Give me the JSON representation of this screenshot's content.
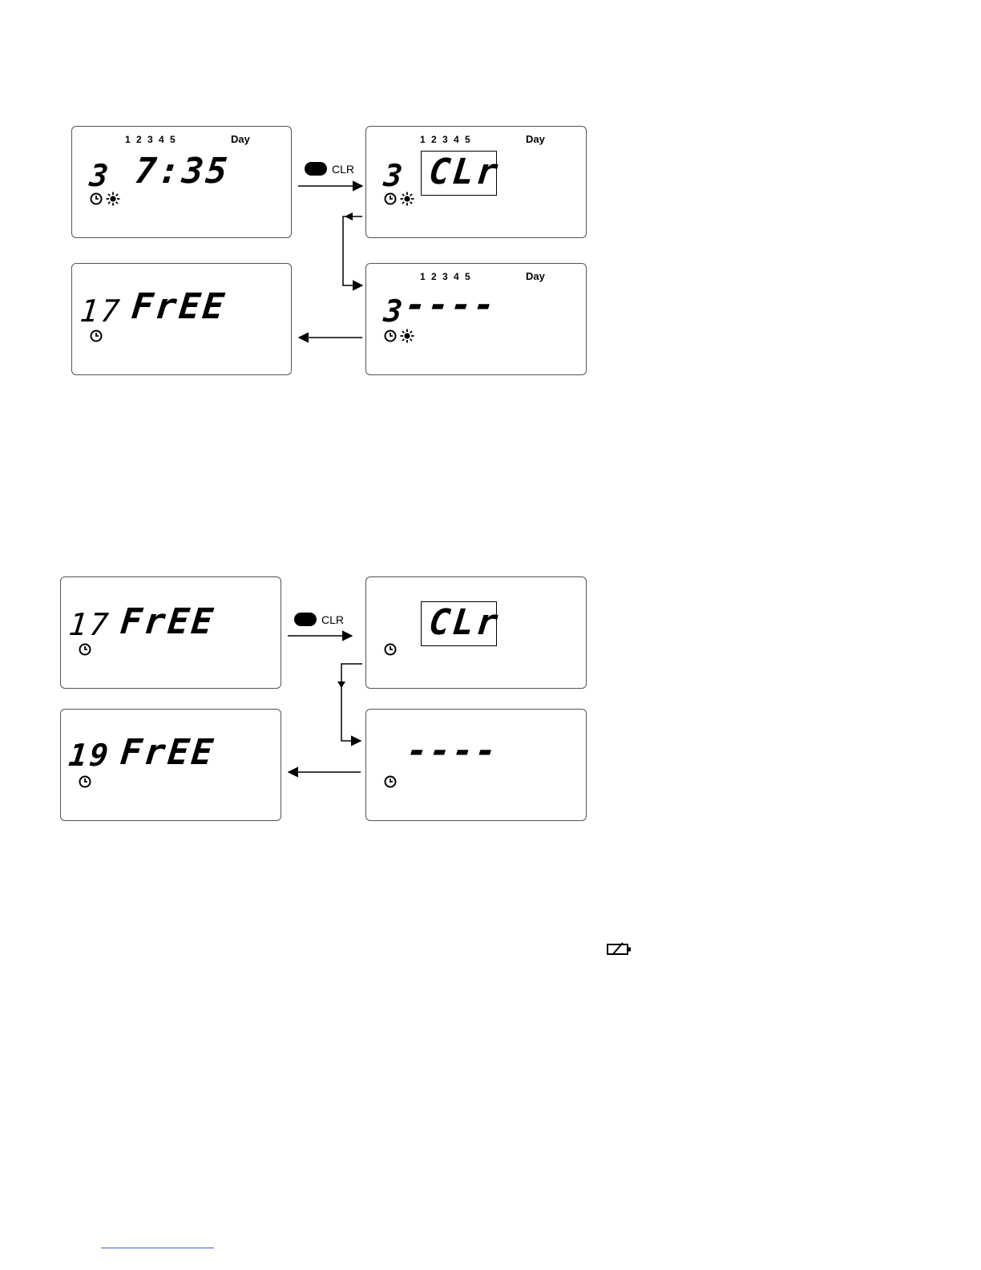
{
  "colors": {
    "ink": "#000000",
    "frame": "#555555",
    "link": "#3b5bdb"
  },
  "day_numbers": "1 2 3 4 5",
  "day_label": "Day",
  "clr_button": {
    "label": "CLR"
  },
  "top_flow": {
    "display_1": {
      "digit": "3",
      "value": "7:35"
    },
    "display_2": {
      "digit": "3",
      "value": "CLr"
    },
    "display_3": {
      "digit": "3",
      "value": "----"
    },
    "display_4": {
      "digit": "17",
      "value": "FrEE"
    }
  },
  "bottom_flow": {
    "display_1": {
      "digit": "17",
      "value": "FrEE"
    },
    "display_2": {
      "value": "CLr"
    },
    "display_3": {
      "value": "----"
    },
    "display_4": {
      "digit": "19",
      "value": "FrEE"
    }
  },
  "icons": [
    "clock-icon",
    "sun-icon",
    "battery-low-icon"
  ]
}
